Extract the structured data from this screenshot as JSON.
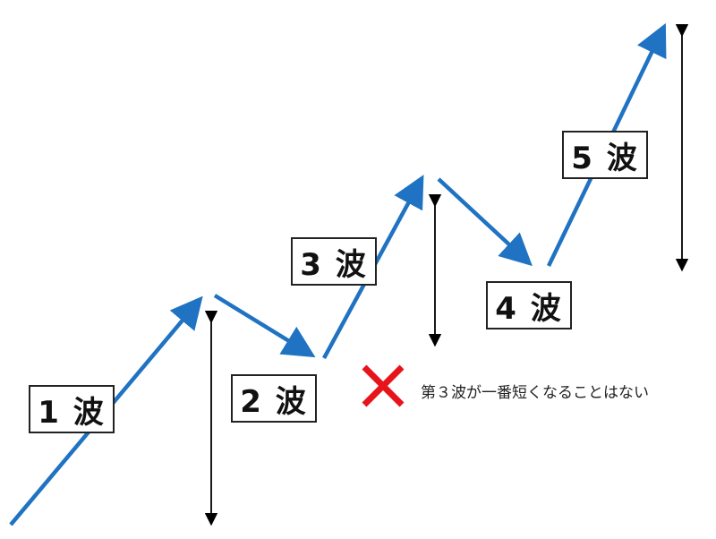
{
  "waves": [
    {
      "id": 1,
      "label": "1 波"
    },
    {
      "id": 2,
      "label": "2 波"
    },
    {
      "id": 3,
      "label": "3 波"
    },
    {
      "id": 4,
      "label": "4 波"
    },
    {
      "id": 5,
      "label": "5 波"
    }
  ],
  "note": "第３波が一番短くなることはない",
  "colors": {
    "wave_arrow": "#1f73c2",
    "measure_arrow": "#000000",
    "cross": "#e8141c"
  },
  "icons": {
    "cross": "cross-icon"
  }
}
